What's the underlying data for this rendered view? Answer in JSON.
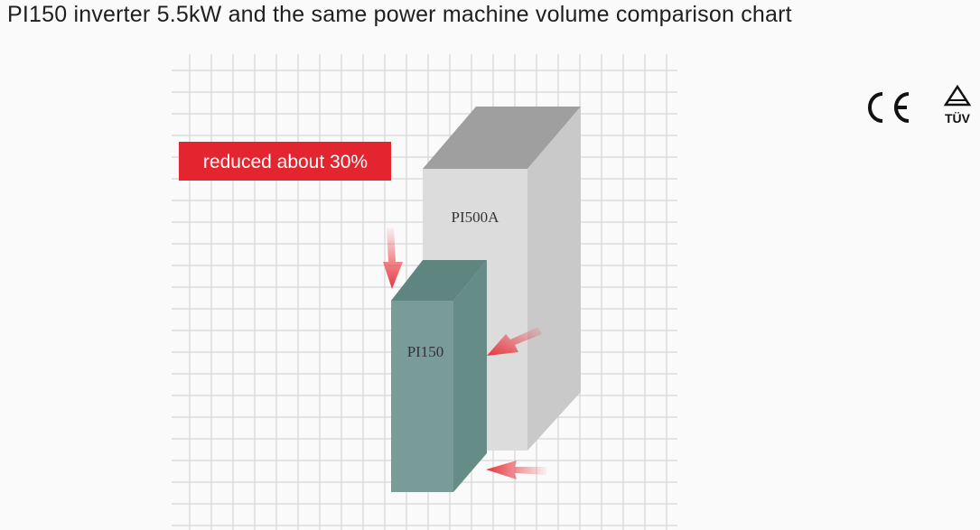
{
  "title": "PI150 inverter 5.5kW and the same power machine volume comparison chart",
  "callout": {
    "text": "reduced about 30%",
    "color": "#e3252f"
  },
  "units": {
    "large": {
      "label": "PI500A",
      "front_color": "#dcdcdc",
      "side_color": "#c9c9c9",
      "top_color": "#9f9f9f"
    },
    "small": {
      "label": "PI150",
      "front_color": "#7a9c99",
      "side_color": "#668c88",
      "top_color": "#5f8581"
    }
  },
  "certifications": {
    "ce": {
      "icon": "ce-mark-icon",
      "text": "CE"
    },
    "tuv": {
      "icon": "tuv-mark-icon",
      "text": "TÜV"
    }
  },
  "colors": {
    "grid": "#cfcfcf",
    "arrow": "#e8343c",
    "title": "#1f1f1f"
  }
}
